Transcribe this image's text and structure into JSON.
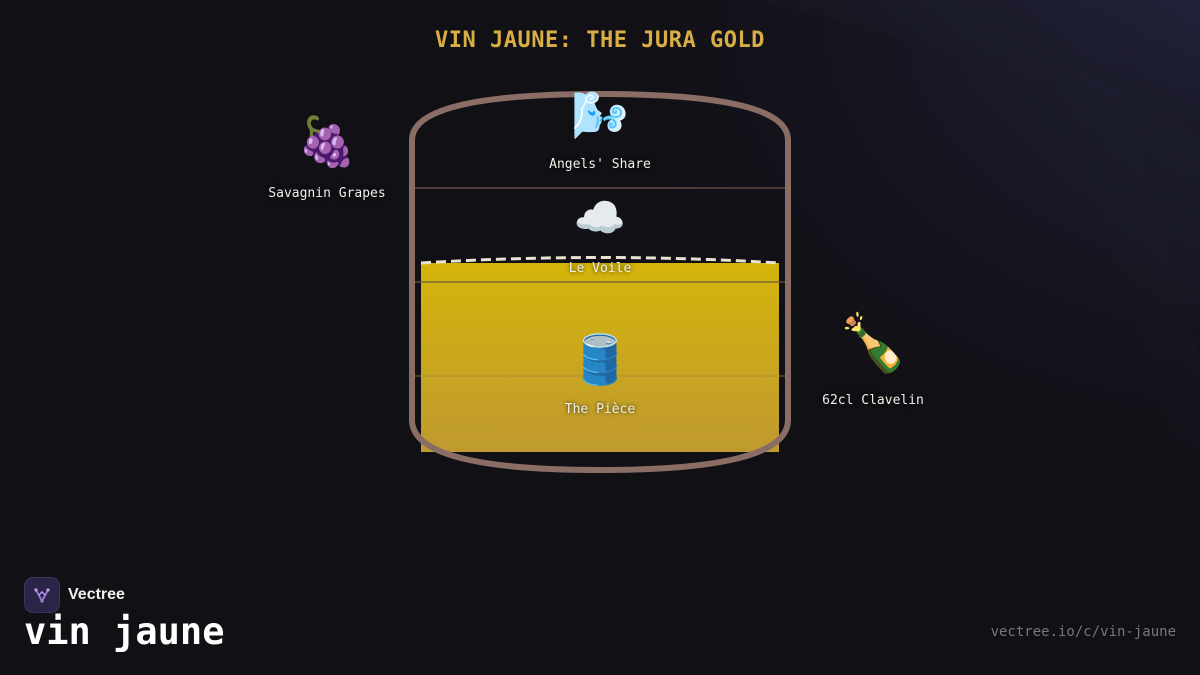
{
  "title": "VIN JAUNE: THE JURA GOLD",
  "nodes": {
    "grapes": {
      "icon": "🍇",
      "icon_name": "grapes-icon",
      "label": "Savagnin Grapes"
    },
    "angels_share": {
      "icon": "🌬️",
      "icon_name": "wind-icon",
      "label": "Angels' Share"
    },
    "voile": {
      "icon": "☁️",
      "icon_name": "cloud-icon",
      "label": "Le Voile"
    },
    "piece": {
      "icon": "🛢️",
      "icon_name": "barrel-icon",
      "label": "The Pièce"
    },
    "clavelin": {
      "icon": "🍾",
      "icon_name": "bottle-icon",
      "label": "62cl Clavelin"
    }
  },
  "colors": {
    "title": "#d9ae45",
    "barrel_outline": "#8a6e66",
    "wine_top": "#d4b40a",
    "wine_bottom": "#bf9a30",
    "veil_line": "#e8e2cf"
  },
  "footer": {
    "brand": "Vectree",
    "subject": "vin jaune",
    "url": "vectree.io/c/vin-jaune"
  }
}
